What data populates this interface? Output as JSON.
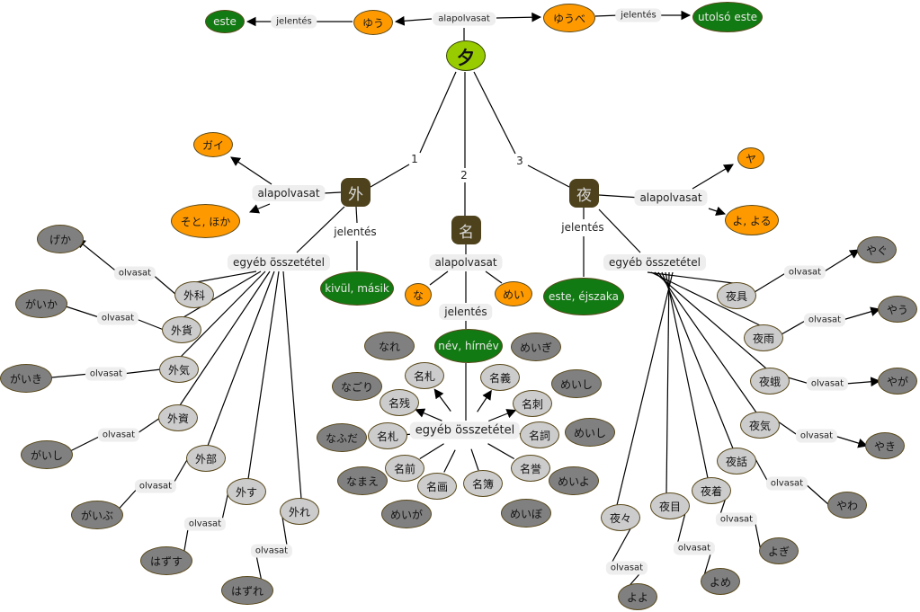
{
  "root": {
    "label": "夕"
  },
  "top": {
    "link_main": "alapolvasat",
    "yuu": "ゆう",
    "yuube": "ゆうべ",
    "link_left": "jelentés",
    "link_right": "jelentés",
    "este": "este",
    "utolso_este": "utolsó este"
  },
  "branch_numbers": [
    "1",
    "2",
    "3"
  ],
  "gai": {
    "kanji": "外",
    "link_reading": "alapolvasat",
    "reading_on": "ガイ",
    "reading_kun": "そと, ほか",
    "link_meaning": "jelentés",
    "meaning": "kivül, másik",
    "link_compounds": "egyéb összetétel",
    "link_reading_word": "olvasat",
    "compounds": [
      {
        "word": "外科",
        "reading": "げか"
      },
      {
        "word": "外貨",
        "reading": "がいか"
      },
      {
        "word": "外気",
        "reading": "がいき"
      },
      {
        "word": "外資",
        "reading": "がいし"
      },
      {
        "word": "外部",
        "reading": "がいぶ"
      },
      {
        "word": "外す",
        "reading": "はずす"
      },
      {
        "word": "外れ",
        "reading": "はずれ"
      }
    ]
  },
  "mei": {
    "kanji": "名",
    "link_reading": "alapolvasat",
    "reading_kun": "な",
    "reading_on": "めい",
    "link_meaning": "jelentés",
    "meaning": "név, hírnév",
    "link_compounds": "egyéb összetétel",
    "compounds": [
      {
        "word": "名札",
        "reading": "なれ"
      },
      {
        "word": "名残",
        "reading": "なごり"
      },
      {
        "word": "名札",
        "reading": "なふだ"
      },
      {
        "word": "名前",
        "reading": "なまえ"
      },
      {
        "word": "名画",
        "reading": "めいが"
      },
      {
        "word": "名簿",
        "reading": "めいぼ"
      },
      {
        "word": "名誉",
        "reading": "めいよ"
      },
      {
        "word": "名詞",
        "reading": "めいし"
      },
      {
        "word": "名刺",
        "reading": "めいし"
      },
      {
        "word": "名義",
        "reading": "めいぎ"
      }
    ]
  },
  "ya": {
    "kanji": "夜",
    "link_reading": "alapolvasat",
    "reading_on": "ヤ",
    "reading_kun": "よ, よる",
    "link_meaning": "jelentés",
    "meaning": "este, éjszaka",
    "link_compounds": "egyéb összetétel",
    "link_reading_word": "olvasat",
    "compounds": [
      {
        "word": "夜具",
        "reading": "やぐ"
      },
      {
        "word": "夜雨",
        "reading": "やう"
      },
      {
        "word": "夜蛾",
        "reading": "やが"
      },
      {
        "word": "夜気",
        "reading": "やき"
      },
      {
        "word": "夜話",
        "reading": "やわ"
      },
      {
        "word": "夜着",
        "reading": "よぎ"
      },
      {
        "word": "夜目",
        "reading": "よめ"
      },
      {
        "word": "夜々",
        "reading": "よよ"
      }
    ]
  },
  "colors": {
    "root": "#99cc00",
    "kanji": "#4e421c",
    "reading": "#ff9900",
    "meaning": "#127a12",
    "compound": "#cccccc",
    "compound_reading": "#808080",
    "link_label_bg": "#eeeeee"
  }
}
